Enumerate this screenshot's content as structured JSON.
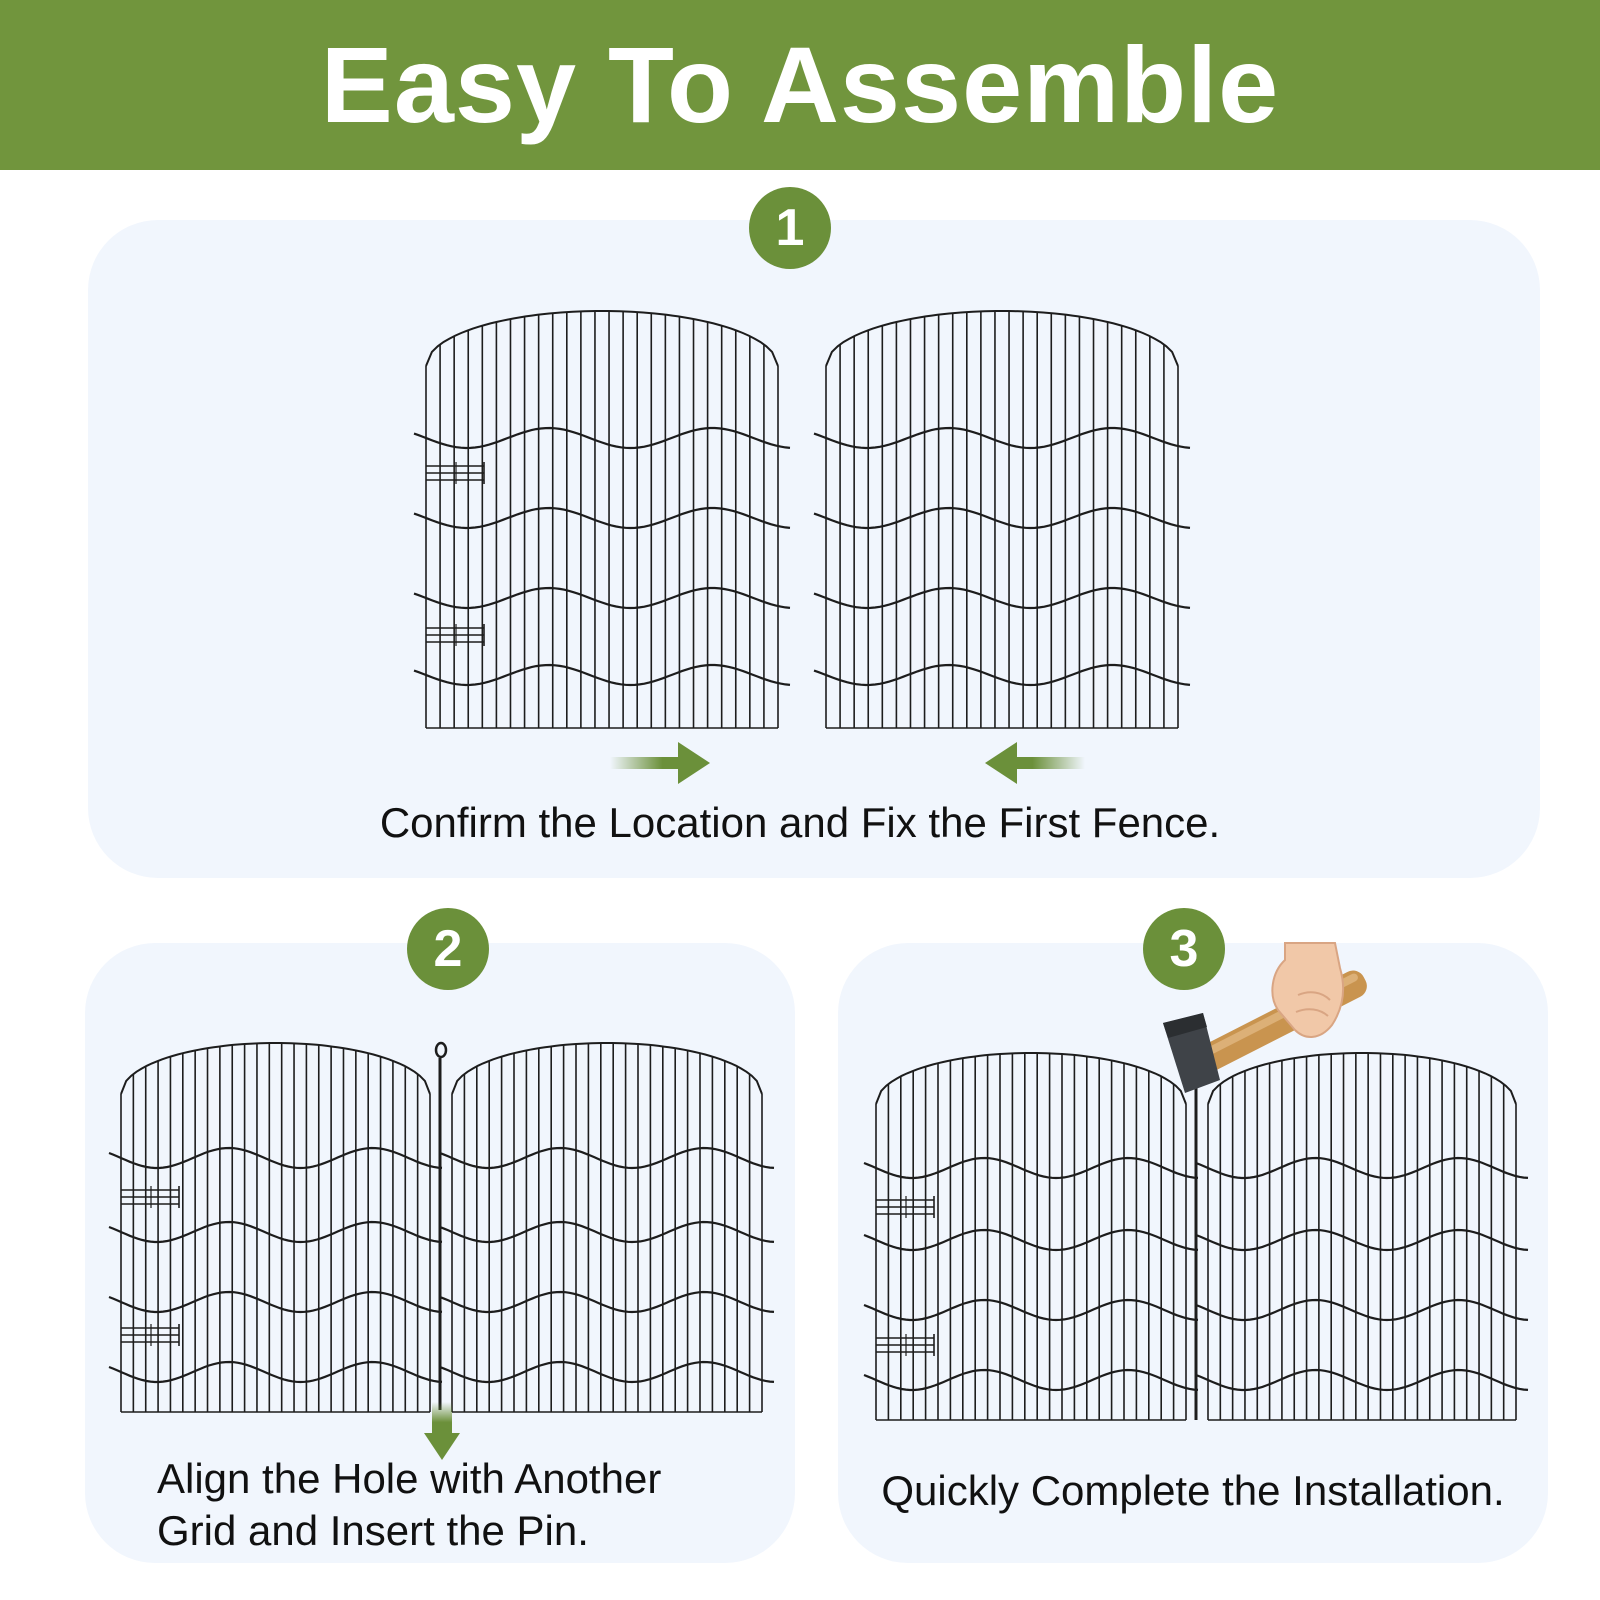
{
  "header": {
    "title": "Easy To Assemble"
  },
  "steps": [
    {
      "number": "1",
      "caption": "Confirm the Location and Fix the First Fence."
    },
    {
      "number": "2",
      "caption_line1": "Align the Hole with Another",
      "caption_line2": "Grid and Insert the Pin."
    },
    {
      "number": "3",
      "caption": "Quickly Complete the Installation."
    }
  ],
  "colors": {
    "banner": "#71953d",
    "badge": "#6b903a",
    "panel": "#f1f6fd",
    "wire": "#1d1d1d",
    "arrow": "#6b903a"
  },
  "icons": [
    "arrow-right-icon",
    "arrow-left-icon",
    "arrow-down-icon",
    "hammer-icon",
    "hand-icon",
    "pin-icon"
  ]
}
